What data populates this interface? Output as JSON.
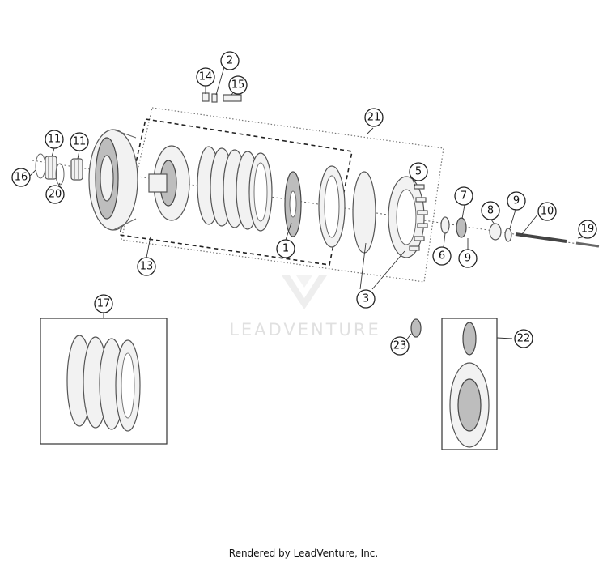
{
  "callouts": [
    "1",
    "2",
    "3",
    "5",
    "6",
    "7",
    "8",
    "9",
    "9",
    "10",
    "11",
    "11",
    "13",
    "14",
    "15",
    "16",
    "17",
    "19",
    "20",
    "21",
    "22",
    "23"
  ],
  "watermark": "LEADVENTURE",
  "footer": "Rendered by LeadVenture, Inc."
}
